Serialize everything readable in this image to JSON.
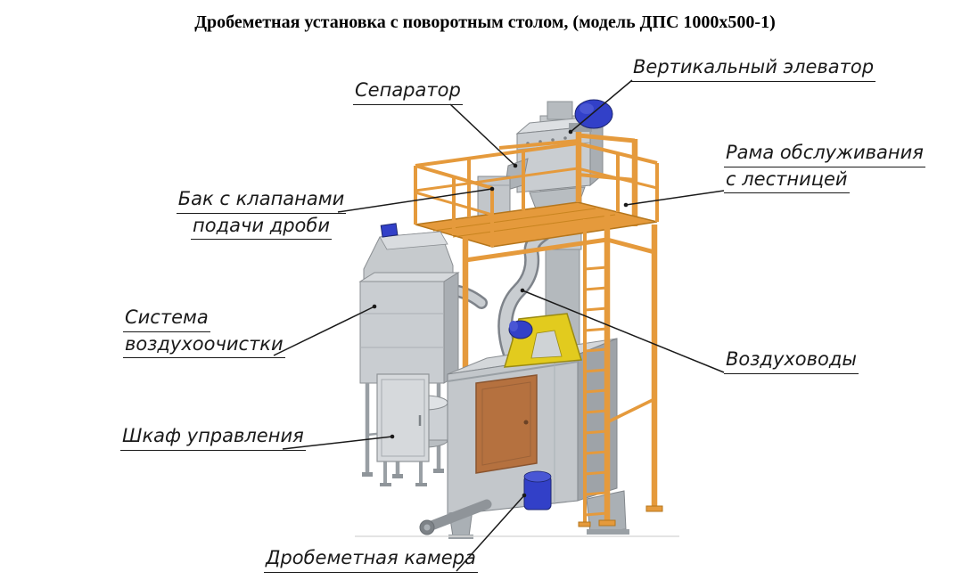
{
  "title": "Дробеметная установка с поворотным столом, (модель ДПС 1000х500-1)",
  "labels": {
    "separator": "Сепаратор",
    "elevator": "Вертикальный элеватор",
    "service_frame": [
      "Рама обслуживания",
      "с лестницей"
    ],
    "shot_tank": [
      "Бак с клапанами",
      "подачи дроби"
    ],
    "air_cleaning": [
      "Система",
      "воздухоочистки"
    ],
    "ducts": "Воздуховоды",
    "control_cabinet": "Шкаф управления",
    "blast_chamber": "Дробеметная камера"
  },
  "colors": {
    "frame_orange": "#E59A3C",
    "motor_blue": "#3240C8",
    "door_brown": "#B5713F",
    "mount_yellow": "#E2CB1E",
    "line_black": "#1A1A1A"
  }
}
